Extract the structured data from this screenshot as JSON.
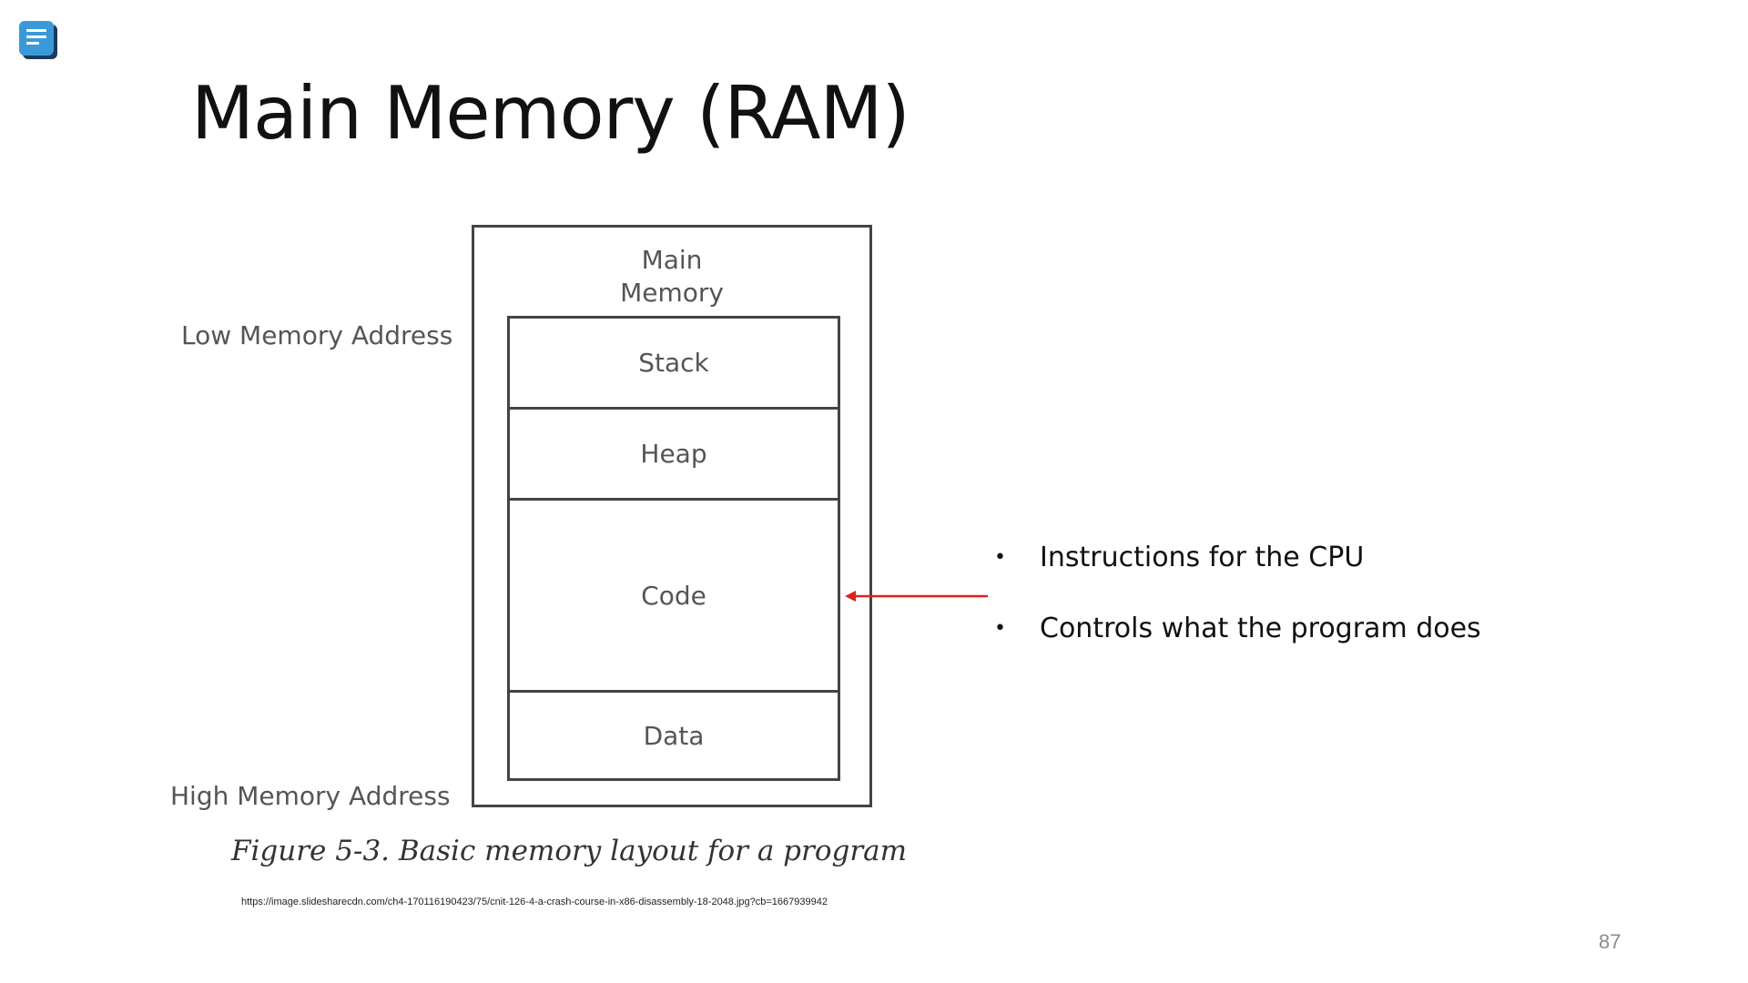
{
  "title": "Main Memory (RAM)",
  "diagram": {
    "low_address_label": "Low Memory Address",
    "high_address_label": "High Memory Address",
    "outer_label": "Main\nMemory",
    "segments": [
      "Stack",
      "Heap",
      "Code",
      "Data"
    ],
    "caption": "Figure 5-3. Basic memory layout for a program",
    "source_url": "https://image.slidesharecdn.com/ch4-170116190423/75/cnit-126-4-a-crash-course-in-x86-disassembly-18-2048.jpg?cb=1667939942",
    "arrow_color": "#e02020"
  },
  "bullets": [
    "Instructions for the CPU",
    "Controls what the program does"
  ],
  "page_number": "87",
  "icons": {
    "notes": "notes-icon"
  }
}
